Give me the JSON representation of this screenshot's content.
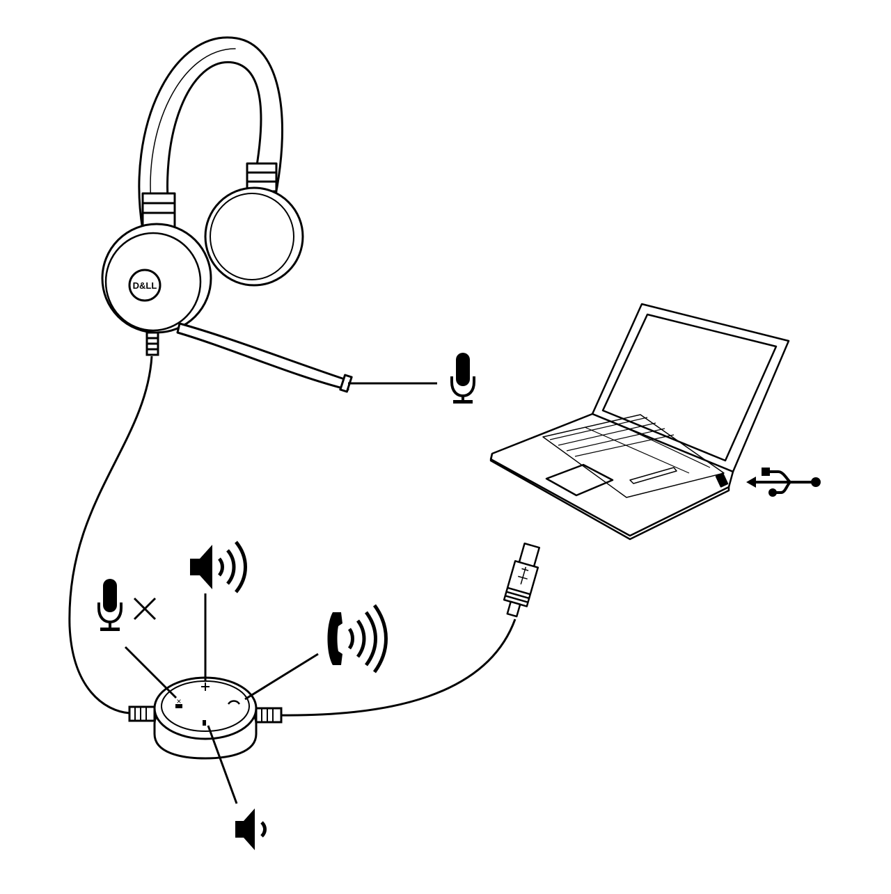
{
  "headset": {
    "brand": "D&LL",
    "brand_style": "logo"
  },
  "callouts": {
    "microphone": "microphone-icon",
    "mute": "microphone-mute-icon",
    "volume_up": "volume-up-icon",
    "call": "call-answer-icon",
    "volume_down": "volume-down-icon",
    "usb": "usb-icon"
  },
  "controller": {
    "buttons": [
      "mute-button",
      "volume-up-button",
      "call-button",
      "volume-down-button"
    ]
  },
  "colors": {
    "ink": "#000000",
    "background": "#ffffff"
  }
}
